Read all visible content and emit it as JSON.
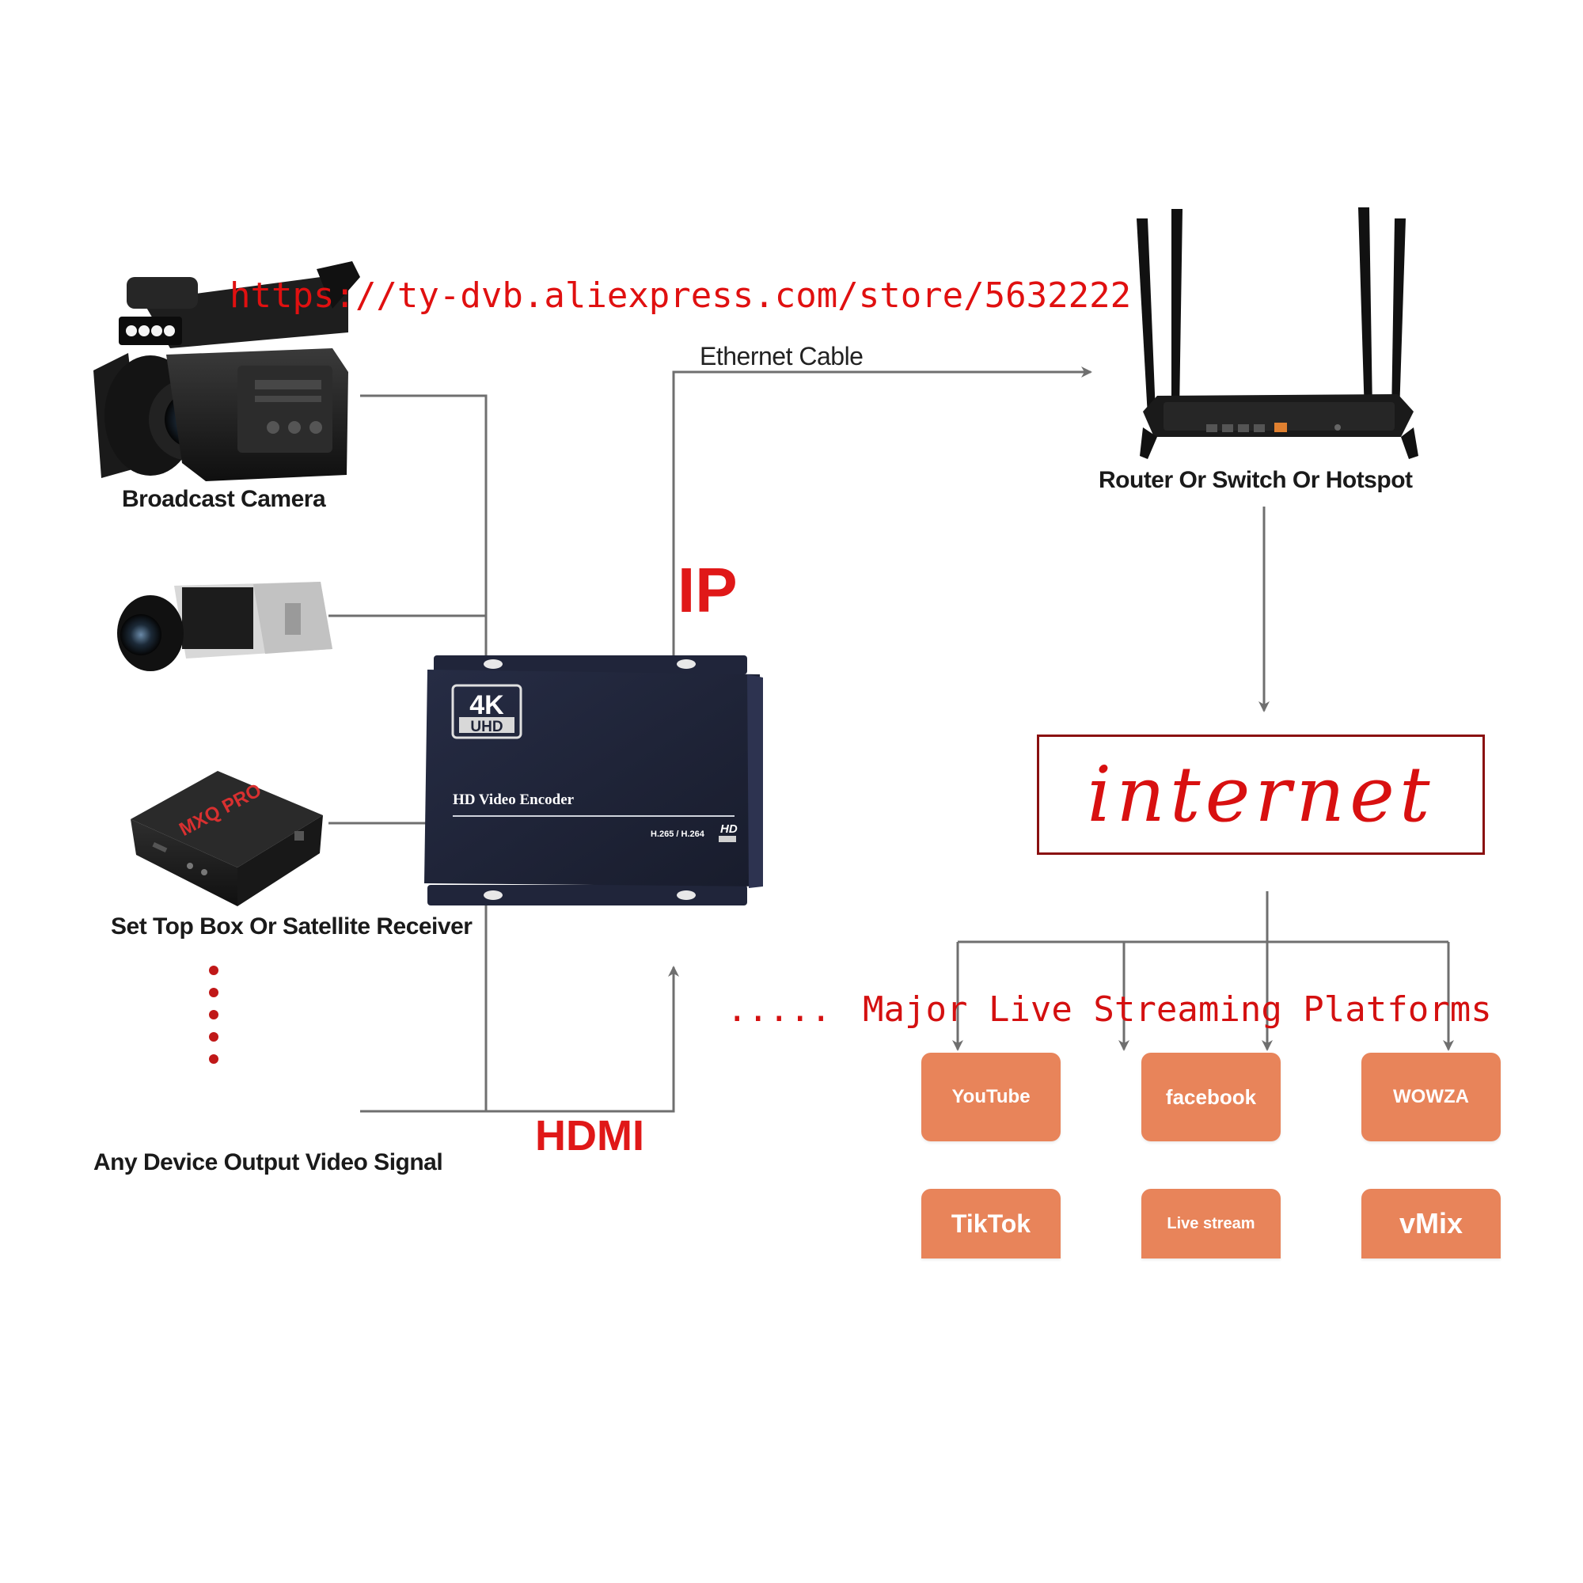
{
  "watermark_url": "https://ty-dvb.aliexpress.com/store/5632222",
  "labels": {
    "ethernet_cable": "Ethernet Cable",
    "ip": "IP",
    "hdmi": "HDMI",
    "broadcast_camera": "Broadcast Camera",
    "set_top_box": "Set Top Box Or Satellite Receiver",
    "any_device": "Any Device Output Video Signal",
    "router": "Router Or Switch Or Hotspot",
    "internet": "internet",
    "streaming_prefix": ".....",
    "streaming": "Major Live Streaming Platforms"
  },
  "encoder": {
    "badge_top": "4K",
    "badge_bottom": "UHD",
    "title": "HD Video Encoder",
    "codec": "H.265 / H.264",
    "hd_mark": "HD"
  },
  "set_top_box_brand": "MXQ PRO",
  "platforms": [
    {
      "label": "YouTube"
    },
    {
      "label": "facebook"
    },
    {
      "label": "WOWZA"
    },
    {
      "label": "TikTok"
    },
    {
      "label": "Live stream"
    },
    {
      "label": "vMix"
    }
  ],
  "colors": {
    "accent_red": "#e01010",
    "platform_orange": "#e8845a",
    "connector_gray": "#6f6f6f",
    "encoder_navy": "#1f2438"
  }
}
